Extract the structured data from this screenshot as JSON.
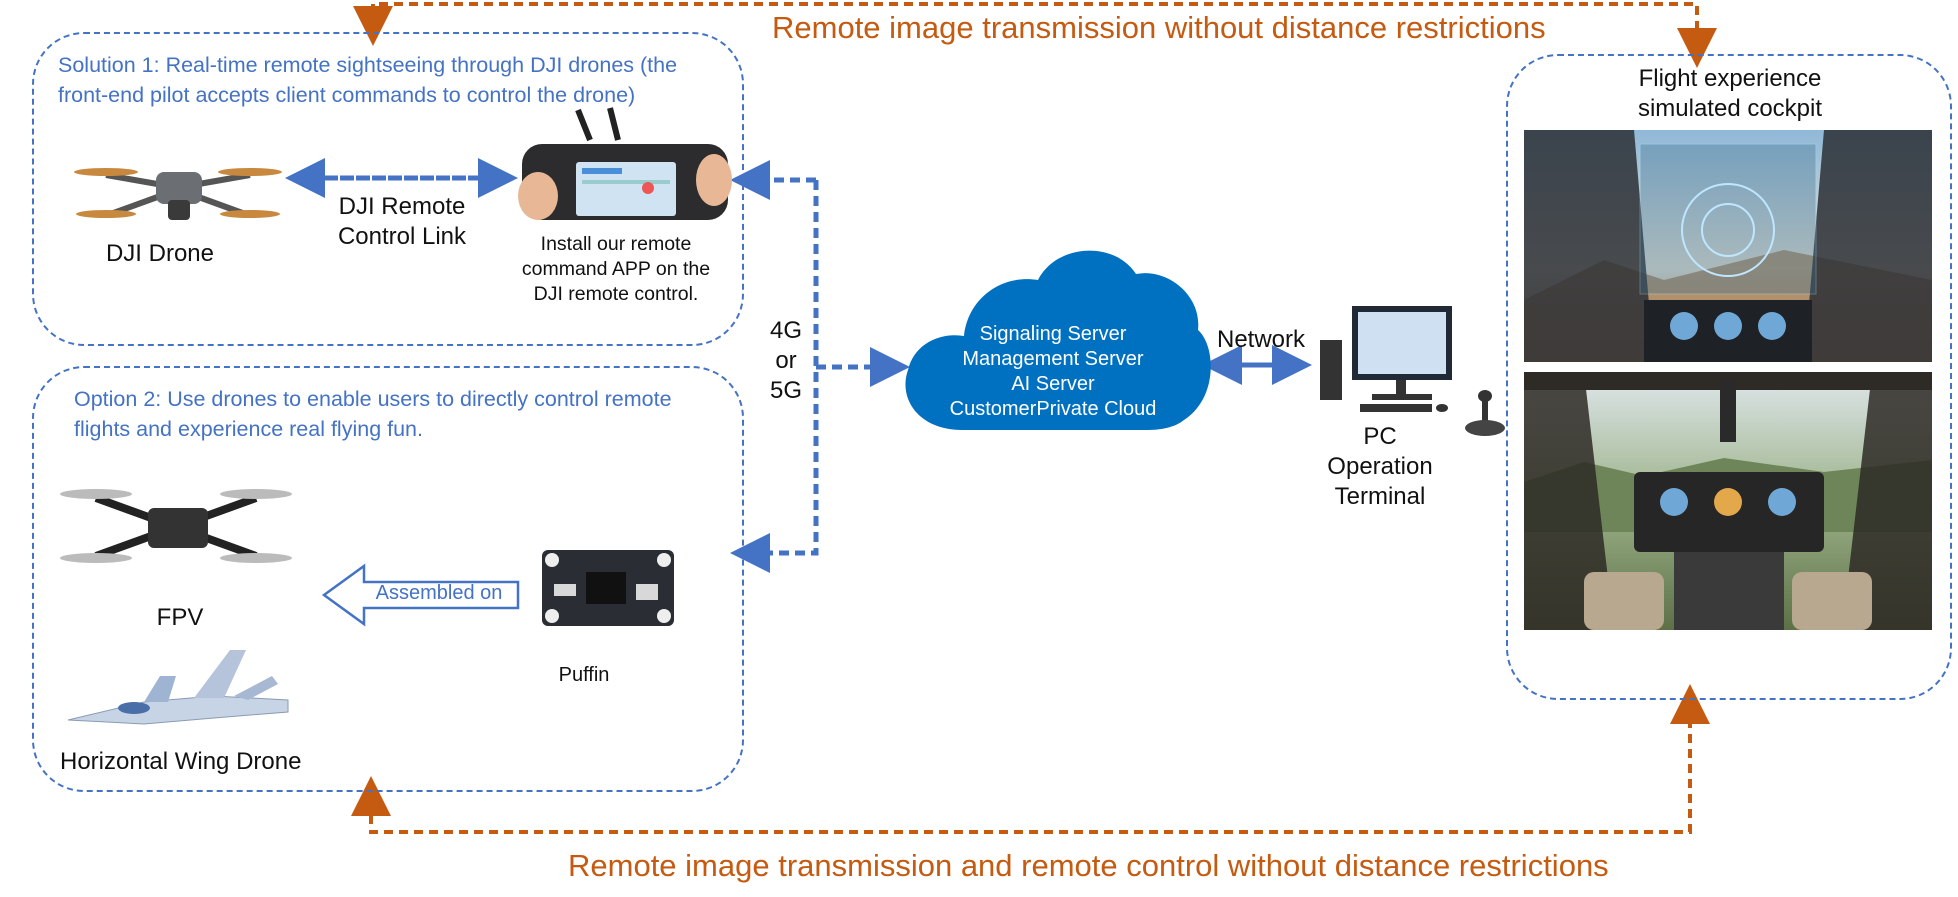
{
  "top_banner": "Remote image transmission without distance restrictions",
  "bottom_banner": "Remote image transmission and remote control without distance restrictions",
  "solution1": {
    "title": "Solution 1: Real-time remote sightseeing through DJI drones (the front-end pilot accepts client commands to control the drone)",
    "drone_label": "DJI Drone",
    "link_label": "DJI Remote Control Link",
    "app_label": "Install our remote command APP on the DJI remote control."
  },
  "option2": {
    "title": "Option 2: Use drones to enable users to directly control remote flights and experience real flying fun.",
    "fpv_label": "FPV",
    "wing_label": "Horizontal Wing Drone",
    "assembled_label": "Assembled on",
    "puffin_label": "Puffin"
  },
  "network_link": {
    "label_line1": "4G",
    "label_line2": "or",
    "label_line3": "5G"
  },
  "cloud": {
    "lines": [
      "Signaling Server",
      "Management Server",
      "AI Server",
      "CustomerPrivate Cloud"
    ]
  },
  "network_label": "Network",
  "pc": {
    "line1": "PC",
    "line2": "Operation",
    "line3": "Terminal"
  },
  "cockpit": {
    "line1": "Flight experience",
    "line2": "simulated cockpit"
  },
  "colors": {
    "accent_blue": "#4472c4",
    "orange": "#c55a11",
    "cloud": "#0070c0"
  },
  "icons": [
    "dji-drone-image",
    "remote-controller-image",
    "fpv-drone-image",
    "wing-drone-image",
    "puffin-board-image",
    "cloud-shape",
    "pc-icon",
    "joystick-icon",
    "cockpit-image-1",
    "cockpit-image-2"
  ]
}
